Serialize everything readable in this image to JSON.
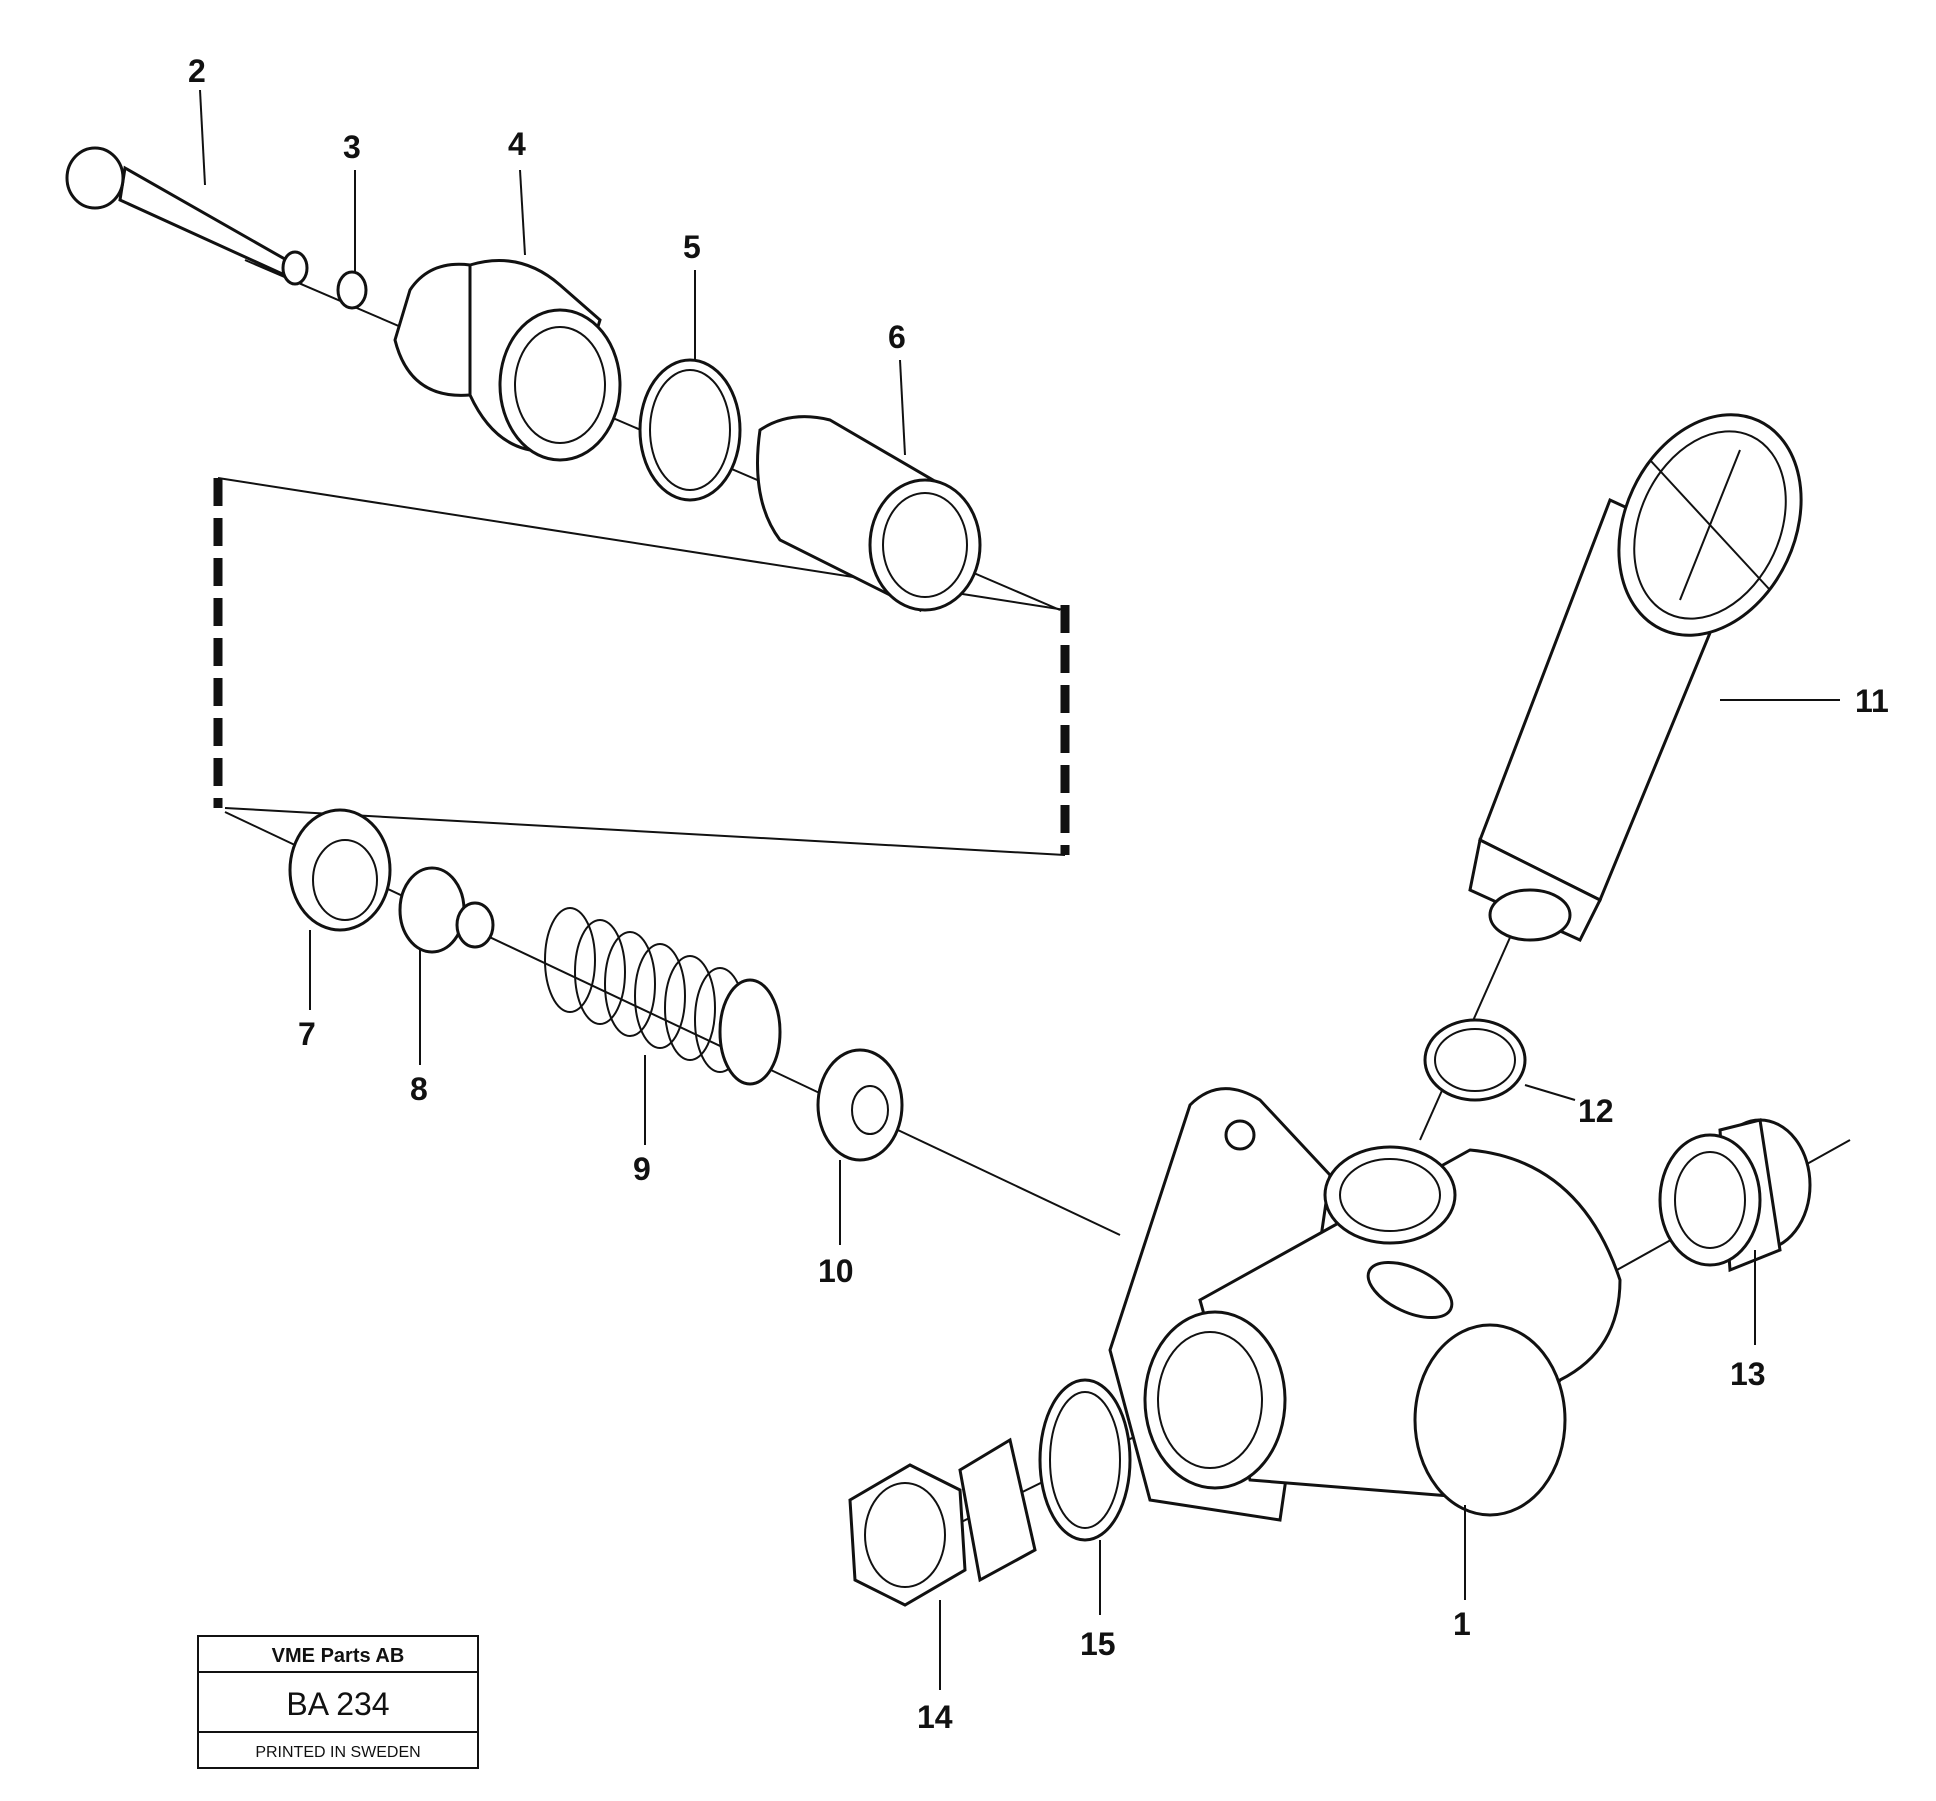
{
  "labels": {
    "l1": "1",
    "l2": "2",
    "l3": "3",
    "l4": "4",
    "l5": "5",
    "l6": "6",
    "l7": "7",
    "l8": "8",
    "l9": "9",
    "l10": "10",
    "l11": "11",
    "l12": "12",
    "l13": "13",
    "l14": "14",
    "l15": "15"
  },
  "title_block": {
    "company": "VME Parts AB",
    "code": "BA 234",
    "printed": "PRINTED IN SWEDEN"
  }
}
